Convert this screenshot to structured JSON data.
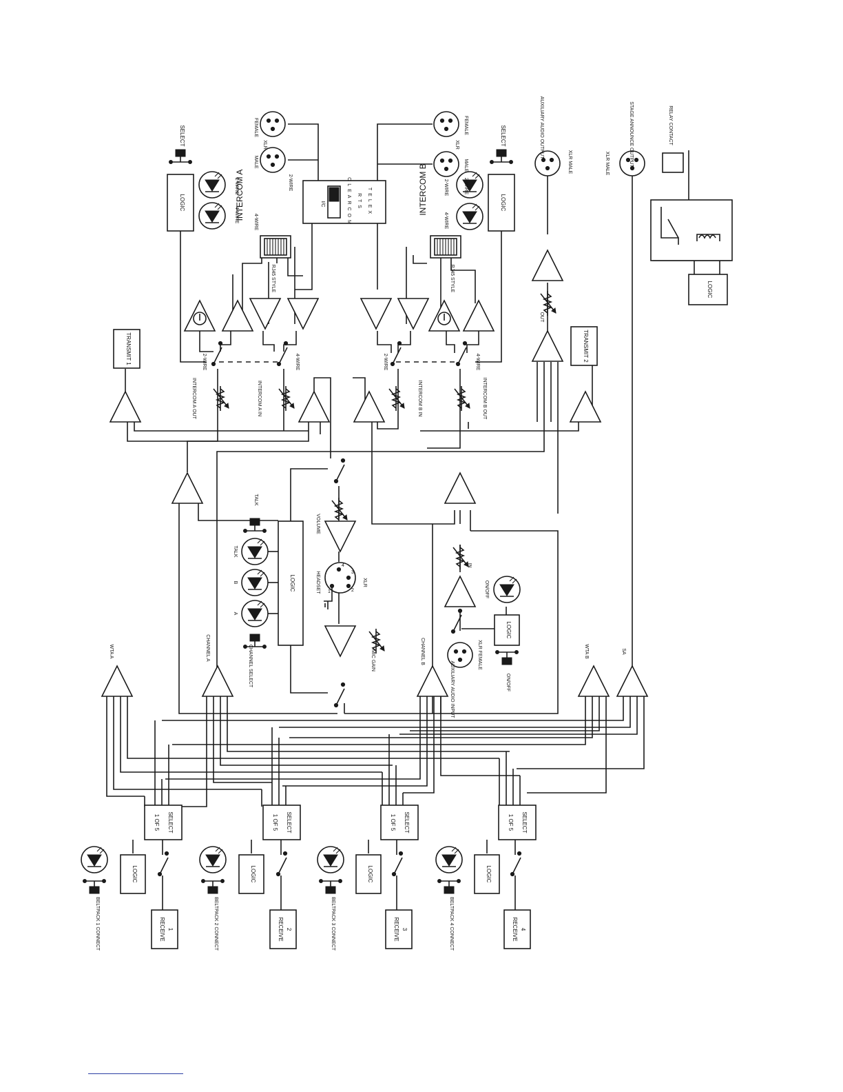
{
  "labels": {
    "intercom_a": "INTERCOM A",
    "intercom_b": "INTERCOM B",
    "select": "SELECT",
    "logic": "LOGIC",
    "two_wire": "2-WIRE",
    "four_wire": "4-WIRE",
    "xlr": "XLR",
    "male": "MALE",
    "female": "FEMALE",
    "rj45_style": "RJ45 STYLE",
    "ic": "I/C",
    "clearcom": "CLEARCOM",
    "rts": "RTS",
    "telex": "TELEX",
    "aux_out": "AUXILIARY AUDIO OUTPUT",
    "xlr_male": "XLR MALE",
    "stage_announce": "STAGE ANNOUNCE OUTPUT",
    "relay_contact": "RELAY CONTACT",
    "transmit_1": "TRANSMIT 1",
    "transmit_2": "TRANSMIT 2",
    "intercom_a_out": "INTERCOM A OUT",
    "intercom_a_in": "INTERCOM A IN",
    "intercom_b_in": "INTERCOM B IN",
    "intercom_b_out": "INTERCOM B OUT",
    "out": "OUT",
    "volume": "VOLUME",
    "talk": "TALK",
    "a": "A",
    "b": "B",
    "headset": "HEADSET",
    "mic_gain": "MIC GAIN",
    "channel_select": "CHANNEL SELECT",
    "in": "IN",
    "on_off": "ON/OFF",
    "aux_in": "AUXILIARY AUDIO INPUT",
    "xlr_female": "XLR FEMALE",
    "wta_a": "WTA A",
    "channel_a": "CHANNEL A",
    "channel_b": "CHANNEL B",
    "wta_b": "WTA B",
    "sa": "SA",
    "one_of_five": "1 OF 5",
    "select_short": "SELECT",
    "pin1": "1",
    "pin2": "2",
    "pin3": "3",
    "pin4": "4",
    "beltpack_1": "BELTPACK 1 CONNECT",
    "beltpack_2": "BELTPACK 2 CONNECT",
    "beltpack_3": "BELTPACK 3 CONNECT",
    "beltpack_4": "BELTPACK 4 CONNECT",
    "receive": "RECEIVE",
    "r1": "1",
    "r2": "2",
    "r3": "3",
    "r4": "4"
  },
  "colors": {
    "ink": "#1a1a1a",
    "footer_link": "#2b3fa3"
  }
}
